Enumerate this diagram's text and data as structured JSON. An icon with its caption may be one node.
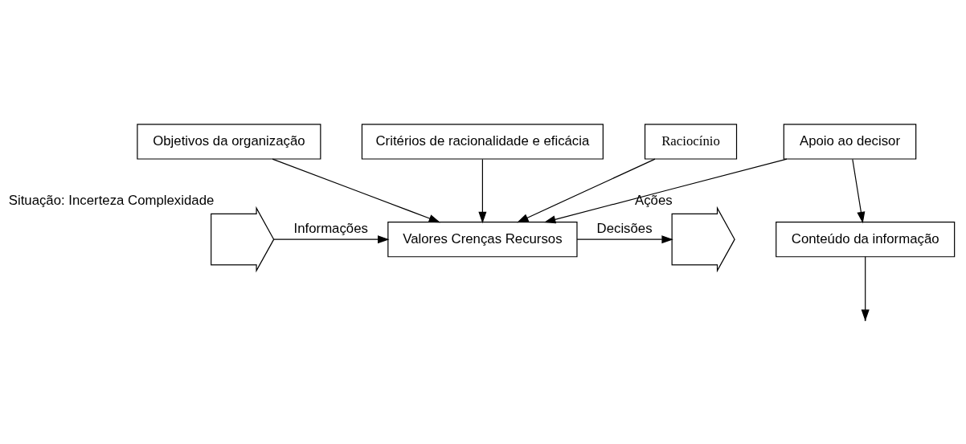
{
  "diagram": {
    "nodes": [
      {
        "text": [
          "Objetivos da organização"
        ]
      },
      {
        "text": [
          "Critérios de racionalidade e eficácia"
        ]
      },
      {
        "text": [],
        "shape": "chevron",
        "beside": [
          "Situação: Incerteza Complexidade"
        ]
      },
      {
        "text": [
          "Valores Crenças Recursos"
        ]
      },
      {
        "text": [],
        "shape": "chevron",
        "beside": [
          "Ações"
        ]
      },
      {
        "text": [
          "Conteúdo da informação"
        ]
      },
      {
        "text": [
          "Raciocínio"
        ]
      },
      {
        "text": [
          "Apoio ao decisor"
        ]
      }
    ],
    "edges": [
      {
        "from": 0,
        "to": 3,
        "arrow": "to"
      },
      {
        "from": 1,
        "to": 3,
        "arrow": "to"
      },
      {
        "from": 2,
        "to": 3,
        "arrow": "to",
        "label": "Informações"
      },
      {
        "from": 3,
        "to": 4,
        "arrow": "to",
        "label": "Decisões"
      },
      {
        "from": 5,
        "to": null,
        "arrow": "to"
      },
      {
        "from": 6,
        "to": 3,
        "arrow": "to"
      },
      {
        "from": 7,
        "to": 5,
        "arrow": "to"
      },
      {
        "from": 7,
        "to": 3,
        "arrow": "to"
      }
    ]
  }
}
